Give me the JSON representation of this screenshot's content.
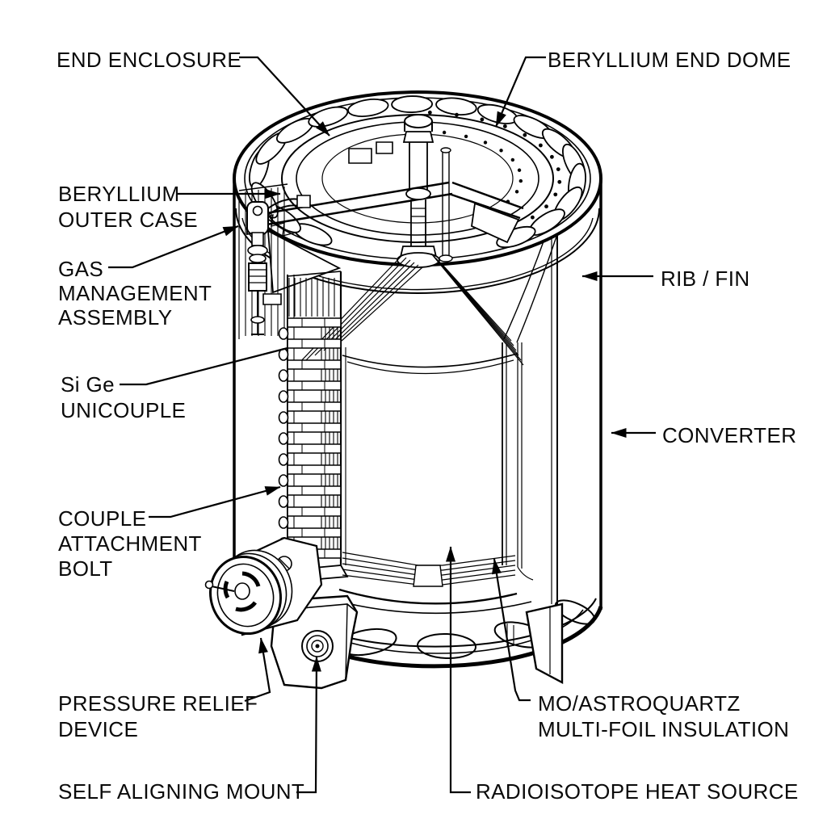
{
  "figure": {
    "background": "#ffffff",
    "ink": "#000000",
    "subject": "Radioisotope thermoelectric generator cutaway diagram"
  },
  "labels": {
    "end_enclosure": {
      "lines": [
        "END ENCLOSURE"
      ]
    },
    "beryllium_end_dome": {
      "lines": [
        "BERYLLIUM END DOME"
      ]
    },
    "beryllium_outer_case": {
      "lines": [
        "BERYLLIUM",
        "OUTER CASE"
      ]
    },
    "gas_management": {
      "lines": [
        "GAS",
        "MANAGEMENT",
        "ASSEMBLY"
      ]
    },
    "si_ge_unicouple": {
      "lines": [
        "Si Ge",
        "UNICOUPLE"
      ]
    },
    "couple_attachment": {
      "lines": [
        "COUPLE",
        "ATTACHMENT",
        "BOLT"
      ]
    },
    "rib_fin": {
      "lines": [
        "RIB / FIN"
      ]
    },
    "converter": {
      "lines": [
        "CONVERTER"
      ]
    },
    "pressure_relief": {
      "lines": [
        "PRESSURE RELIEF",
        "DEVICE"
      ]
    },
    "mo_astroquartz": {
      "lines": [
        "MO/ASTROQUARTZ",
        "MULTI-FOIL INSULATION"
      ]
    },
    "self_aligning_mount": {
      "lines": [
        "SELF ALIGNING MOUNT"
      ]
    },
    "radioisotope": {
      "lines": [
        "RADIOISOTOPE HEAT SOURCE"
      ]
    }
  }
}
